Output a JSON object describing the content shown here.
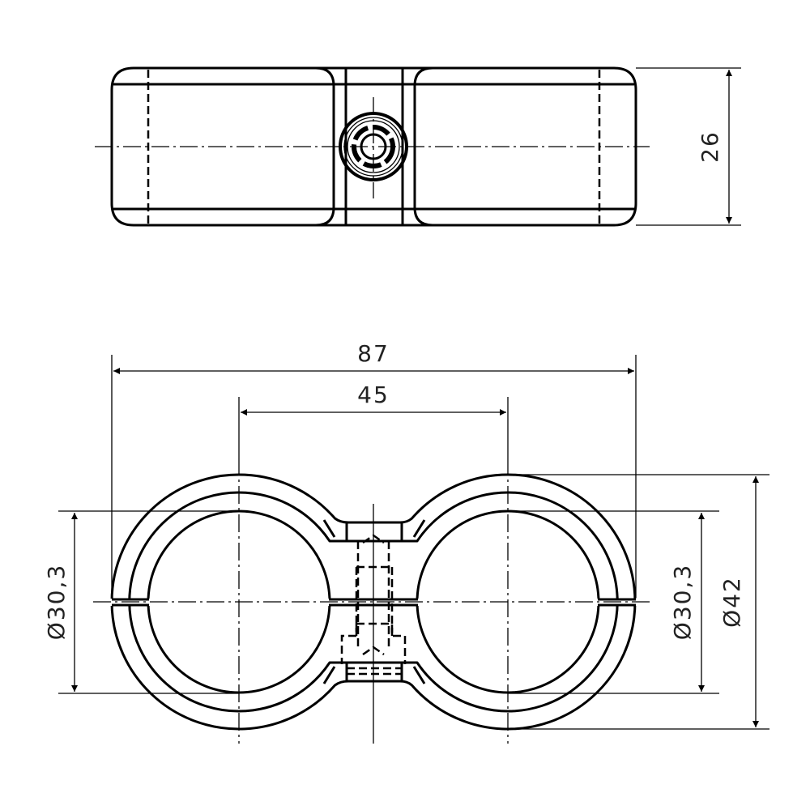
{
  "drawing": {
    "top_view": {
      "height_dim": "26"
    },
    "front_view": {
      "overall_width_dim": "87",
      "center_distance_dim": "45",
      "left_bore_dim": "Ø30,3",
      "right_bore_dim": "Ø30,3",
      "outer_diameter_dim": "Ø42"
    },
    "colors": {
      "line": "#000000",
      "text": "#222222",
      "background": "#ffffff"
    }
  }
}
